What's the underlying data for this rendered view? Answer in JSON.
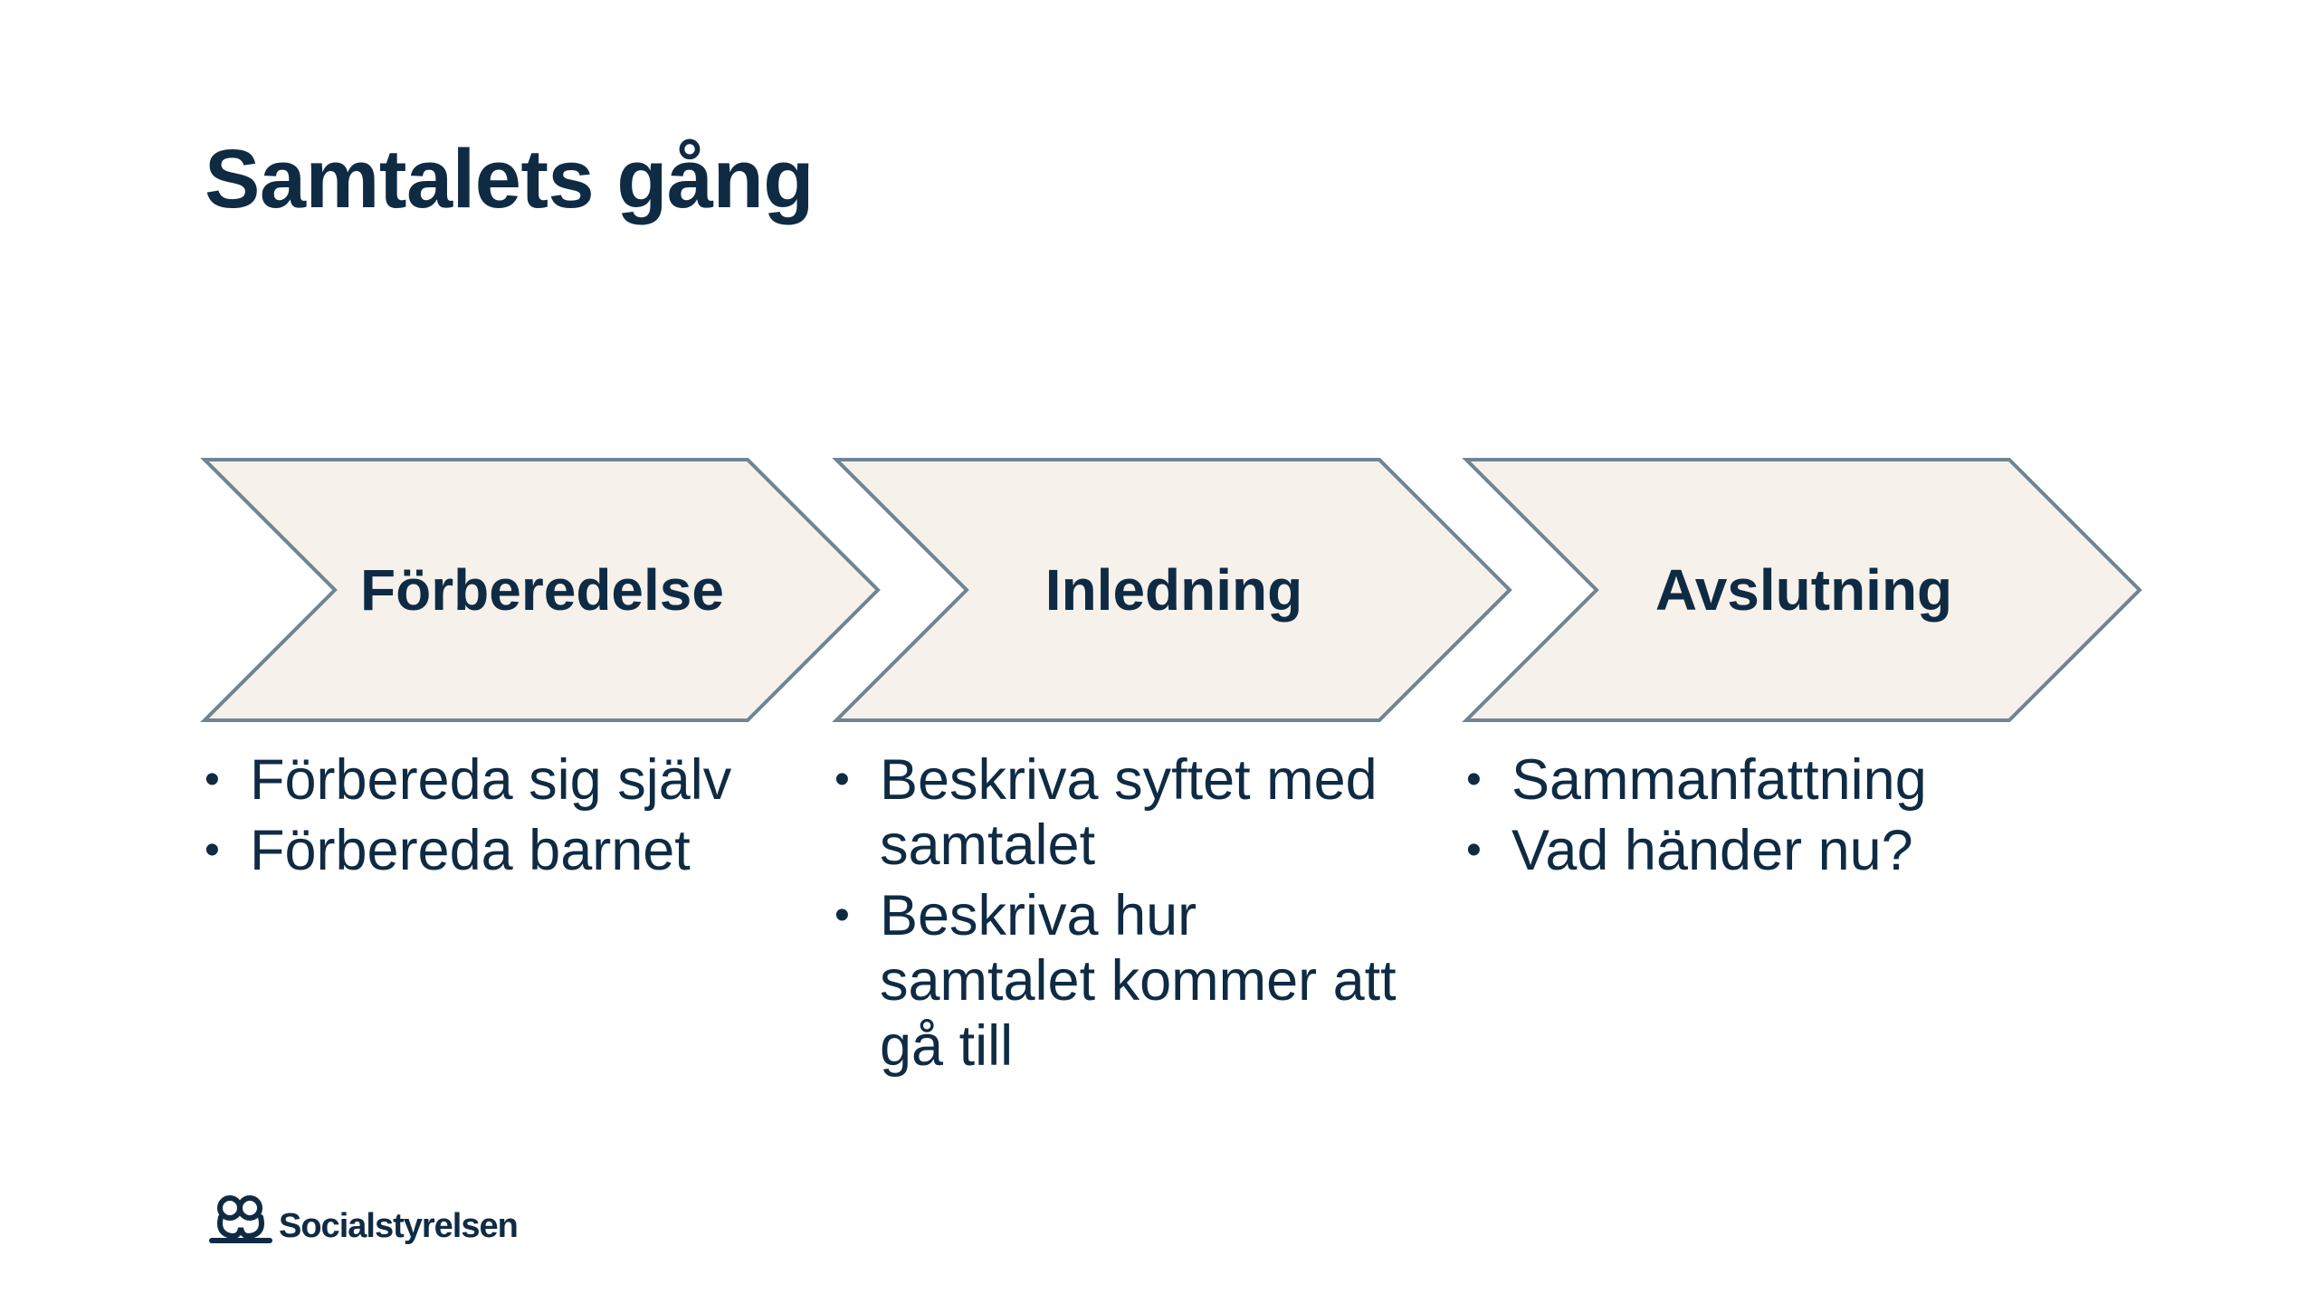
{
  "slide": {
    "title": "Samtalets gång"
  },
  "colors": {
    "text": "#0f2b44",
    "chevron_fill": "#f6f1ea",
    "chevron_stroke": "#6f8595"
  },
  "steps": [
    {
      "label": "Förberedelse",
      "bullets": [
        "Förbereda sig själv",
        "Förbereda barnet"
      ]
    },
    {
      "label": "Inledning",
      "bullets": [
        "Beskriva syftet med samtalet",
        "Beskriva hur samtalet kommer att gå till"
      ]
    },
    {
      "label": "Avslutning",
      "bullets": [
        "Sammanfattning",
        "Vad händer nu?"
      ]
    }
  ],
  "logo": {
    "text": "Socialstyrelsen"
  }
}
